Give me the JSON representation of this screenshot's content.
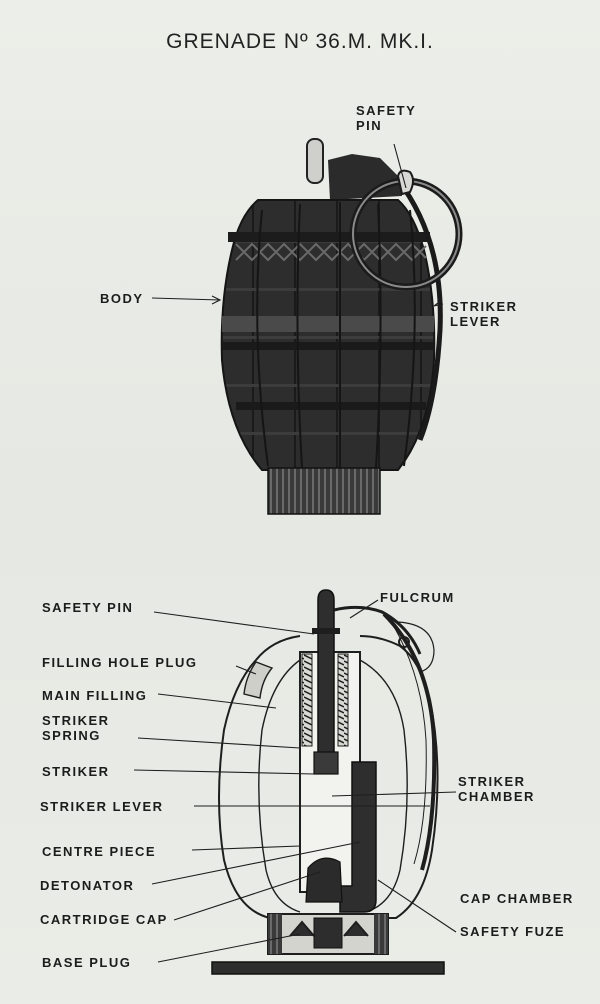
{
  "title": "GRENADE Nº 36.M. MK.I.",
  "external_view": {
    "labels": {
      "safety_pin": [
        "SAFETY",
        "PIN"
      ],
      "body": "BODY",
      "striker_lever": [
        "STRIKER",
        "LEVER"
      ]
    }
  },
  "section_view": {
    "labels": {
      "fulcrum": "FULCRUM",
      "safety_pin": "SAFETY PIN",
      "filling_hole_plug": "FILLING HOLE PLUG",
      "main_filling": "MAIN FILLING",
      "striker_spring": [
        "STRIKER",
        "SPRING"
      ],
      "striker": "STRIKER",
      "striker_chamber": [
        "STRIKER",
        "CHAMBER"
      ],
      "striker_lever": "STRIKER LEVER",
      "centre_piece": "CENTRE PIECE",
      "detonator": "DETONATOR",
      "cap_chamber": "CAP CHAMBER",
      "cartridge_cap": "CARTRIDGE CAP",
      "safety_fuze": "SAFETY FUZE",
      "base_plug": "BASE PLUG"
    }
  },
  "colors": {
    "ink": "#1e1e1e",
    "paper": "#e9ebe6",
    "metal_dark": "#2b2b2b"
  }
}
